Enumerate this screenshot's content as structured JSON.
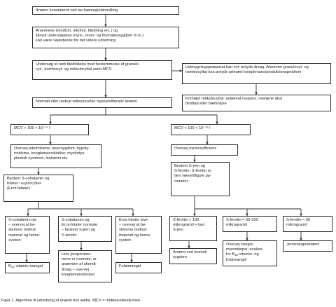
{
  "boxes": {
    "start": "Anæmi konstateret ved lav hæmoglobinmåling",
    "anamnesis": "Anamnese (medicin, alkohol, blødning etc.) og\nklinisk undersøgelse (nyre-, lever- og thyroideasygdom m.m.)\nkan være vejledende for det videre udredning",
    "blood_tests": "Undersøg et rødt blodbillede med bestemmelse af granulo-\ncyt-, trombocyt- og retikulocyttal samt MCV",
    "smear": "Udstrygningspræparat kan evt. antyde årsag. Abnorme granulocyt- og\ntrombocyttal kan antyde primært knoglemarvsproduktionsproblem",
    "hypoproliferative": "Normalt eller nedsat retikulocyttal: hypoproliferativ anæmi",
    "increased_retic": "Forhøjet retikulocyttal: adækvat respons; mistænk akut\nblodtab eller hæmolyse",
    "mcv_high": "MCV > 100 × 10⁻¹⁵ l",
    "mcv_low": "MCV < 100 × 10⁻¹⁵ l",
    "alcohol": "Overvej alkoholisme, leversygdom, hypoty-\nroidisme, knoglemarvslidelse: myelodys-\nplastisk syndrom, leukæmi etc.",
    "kidney": "Overvej nyreinsufficiens",
    "cobalamin": "Bestem S-cobalamin og\nfolater i erytrocytter\n(Ercs-folater)",
    "iron": "Bestem S-jern og\nS-ferritin; S-ferritin er\nden væsentligste pa-\nrameter",
    "cob_low": "S-cobalamin lav\n– overvej at be-\nstemme methyl-\nmalonat og homo-\ncystein",
    "cob_normal": "S-cobalamin og\nErcs-folater normale\n– bestem S-jern og\nS-ferritin",
    "folate_low": "Ercs-folater lave\n– overvej at be-\nstemme methyl-\nmalonat og homo-\ncystein",
    "ferritin_high": "S-ferritin > 100\nmikrogram/l + lavt\nS-jern",
    "ferritin_mid": "S-ferritin = 50-100\nmikrogram/l",
    "ferritin_low": "S-ferritin < 50\nmikrogram/l",
    "b12_pre": "B",
    "b12_sub": "12",
    "b12_post": "-vitamin-mangel",
    "iron_params": "Hvis jernparame-\ntrene er normale, er\nanæmien af ukendt\nårsag – overvej\nknoglemarvsbiopsi",
    "folate_def": "Folatmangel",
    "chronic": "Anæmi ved kronisk\nsygdom",
    "biopsy_pre": "Overvej knogle-\nmarvsbiopsi; evaluer\nfor B",
    "biopsy_sub": "12",
    "biopsy_post": "-vitamin- og\nfolatmangel",
    "iron_def": "Jernmangelanæmi"
  },
  "caption": "Figur 1. Algoritme til udredning af anæmi hos ældre. MCV = middelcellevolumen.",
  "colors": {
    "border": "#2a2a2a",
    "line": "#2a2a2a",
    "text": "#1c1c1c"
  }
}
